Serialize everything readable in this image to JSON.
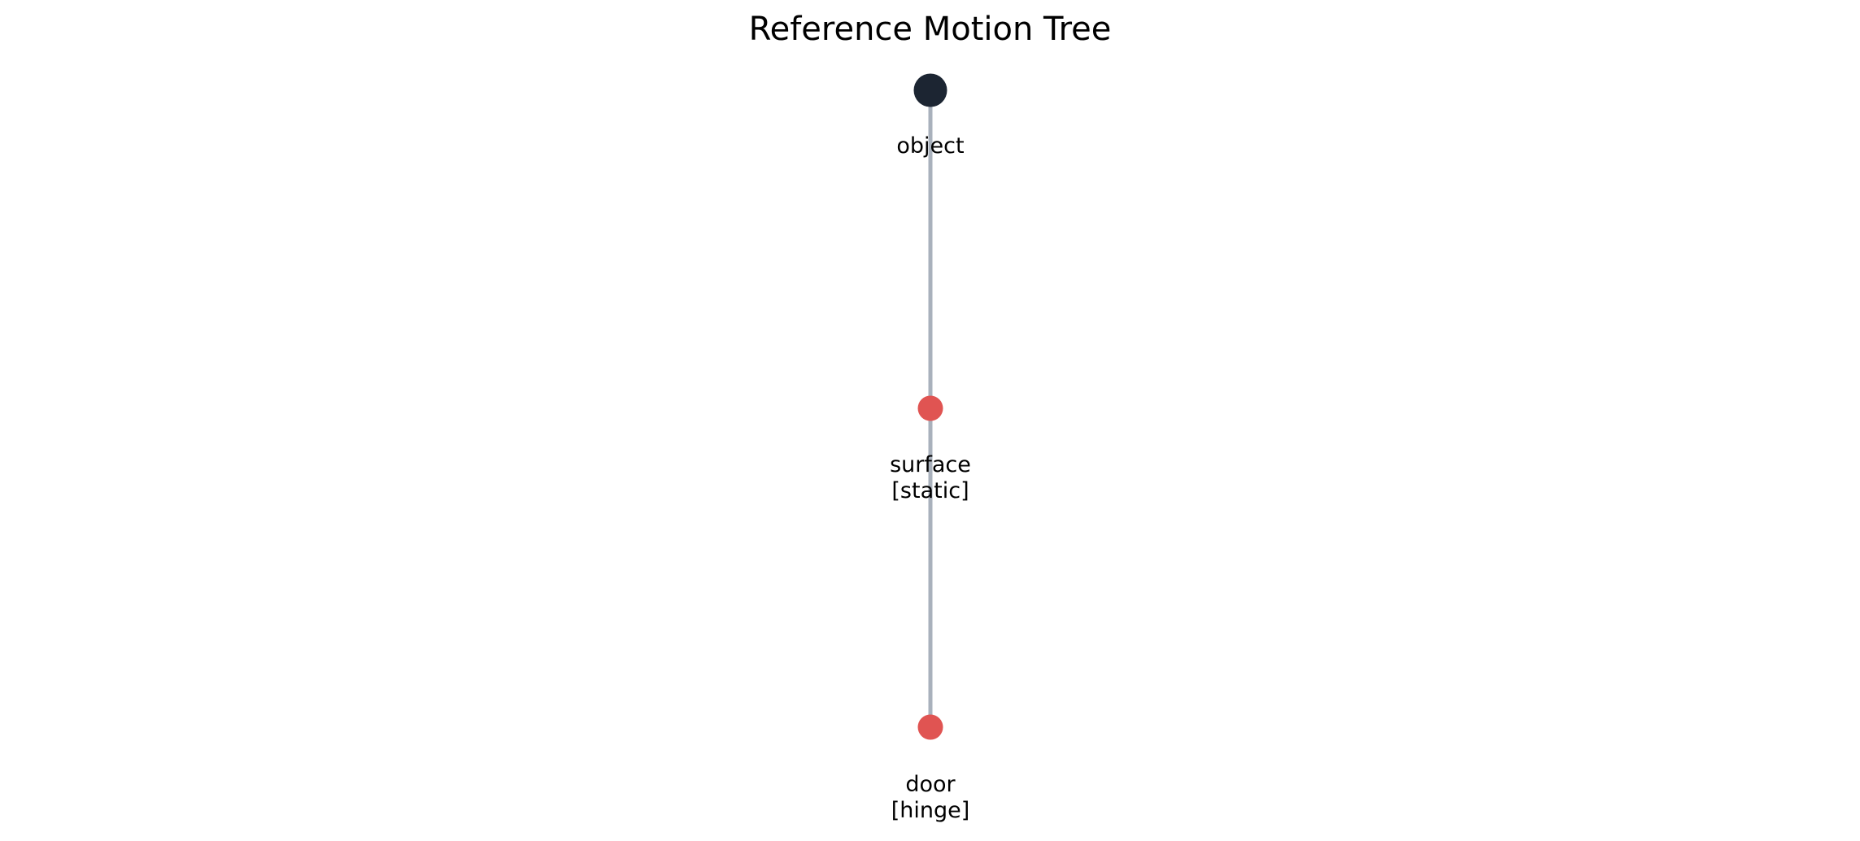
{
  "figure": {
    "title": "Reference Motion Tree",
    "background": "#ffffff"
  },
  "tree": {
    "type": "tree",
    "layout": "vertical",
    "edge_color": "#a9b1bc",
    "text_color": "#000000",
    "nodes": [
      {
        "id": "object",
        "label": "object",
        "tag": "",
        "color": "#1c2532",
        "role": "root",
        "parent": null
      },
      {
        "id": "surface",
        "label": "surface",
        "tag": "[static]",
        "color": "#e05452",
        "role": "child",
        "parent": "object"
      },
      {
        "id": "door",
        "label": "door",
        "tag": "[hinge]",
        "color": "#e05452",
        "role": "child",
        "parent": "surface"
      }
    ],
    "edges": [
      {
        "from": "object",
        "to": "surface"
      },
      {
        "from": "surface",
        "to": "door"
      }
    ]
  }
}
